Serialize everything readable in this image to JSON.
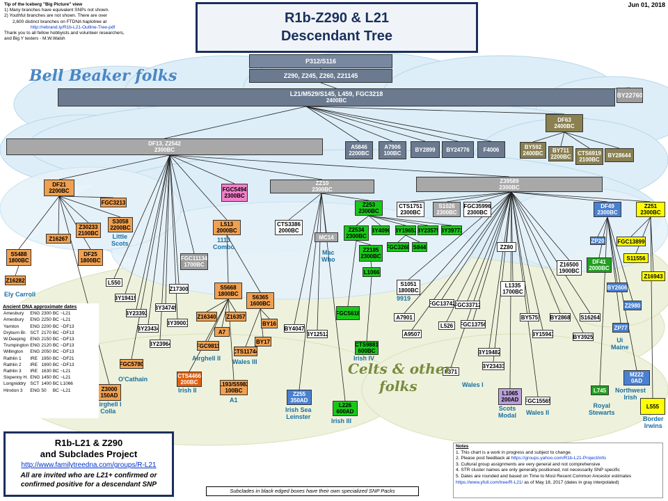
{
  "title": {
    "line1": "R1b-Z290 & L21",
    "line2": "Descendant Tree"
  },
  "date": "Jun 01, 2018",
  "tip": {
    "heading": "Tip of the Iceberg \"Big Picture\" view",
    "l1": "1) Many branches have equivalent SNPs not shown.",
    "l2": "2) Youthful branches are not shown. There are over",
    "l3": "2,600 distinct branches on FTDNA haplotree at",
    "link": "http://rebrand.ly/R1b-L21-Outline-Tree-pdf",
    "l4": "Thank you to all fellow hobbyists and volunteer researchers,",
    "l5": "and Big Y testers - M.W.Walsh"
  },
  "regions": {
    "bell_beaker": "Bell Beaker folks",
    "celts_1": "Celts & other",
    "celts_2": "folks"
  },
  "ancient_dna": {
    "heading": "Ancient DNA approximate dates",
    "rows": [
      [
        "Amesbury",
        "ENG",
        "2300",
        "BC",
        "~L21"
      ],
      [
        "Amesbury",
        "ENG",
        "2250",
        "BC",
        "~L21"
      ],
      [
        "Yarnton",
        "ENG",
        "2200",
        "BC",
        "~DF13"
      ],
      [
        "Dryburn Br.",
        "SCT",
        "2170",
        "BC",
        "~DF13"
      ],
      [
        "W.Deeping",
        "ENG",
        "2150",
        "BC",
        "~DF13"
      ],
      [
        "Trumpington",
        "ENG",
        "2120",
        "BC",
        "~DF13"
      ],
      [
        "Willington",
        "ENG",
        "2050",
        "BC",
        "~DF13"
      ],
      [
        "Rathlin 1",
        "IRE",
        "1950",
        "BC",
        "~DF21"
      ],
      [
        "Rathlin 2",
        "IRE",
        "1900",
        "BC",
        "~DF13"
      ],
      [
        "Rathlin 3",
        "IRE",
        "1630",
        "BC",
        "~L21"
      ],
      [
        "Sixpenny H.",
        "ENG",
        "1450",
        "BC",
        "~L21"
      ],
      [
        "Longniddry",
        "SCT",
        "1400",
        "BC",
        "L1066"
      ],
      [
        "Hinxton 3",
        "ENG",
        "50",
        "BC",
        "~L21"
      ]
    ]
  },
  "project": {
    "line1": "R1b-L21 & Z290",
    "line2": "and Subclades Project",
    "url": "http://www.familytreedna.com/groups/R-L21",
    "inv1": "All are invited who are L21+ confirmed or",
    "inv2": "confirmed positive for a descendant SNP"
  },
  "subclade_note": "Subclades in black edged boxes have their own specialized SNP Packs",
  "notes": {
    "heading": "Notes",
    "n1": "1. This chart is a work in progress and subject to change.",
    "n2a": "2. Please post feedback at ",
    "n2link": "https://groups.yahoo.com/R1b-L21-Project/info",
    "n3": "3. Cultural group assignments are very general and not comprehensive",
    "n4": "4. STR cluster names are only generally positioned, not necessarily SNP specific",
    "n5": "5. Dates are rounded and based on Time to Most Recent Common Ancestor estimates",
    "n6link": "https://www.yfull.com/tree/R-L21/",
    "n6": " as of May 18, 2017 (dates in gray interpolated)"
  },
  "nodes": [
    {
      "id": "p312",
      "label": "P312/S116",
      "date": ""
    },
    {
      "id": "z290",
      "label": "Z290, Z245, Z260, Z21145",
      "date": ""
    },
    {
      "id": "l21",
      "label": "L21/M529/S145, L459, FGC3218",
      "date": "2400BC"
    },
    {
      "id": "by22760",
      "label": "BY22760",
      "date": ""
    },
    {
      "id": "df63",
      "label": "DF63",
      "date": "2400BC"
    },
    {
      "id": "df13",
      "label": "DF13, Z2542",
      "date": "2300BC"
    },
    {
      "id": "a5846",
      "label": "A5846",
      "date": "2200BC"
    },
    {
      "id": "a7906",
      "label": "A7906",
      "date": "100BC"
    },
    {
      "id": "by2899",
      "label": "BY2899",
      "date": ""
    },
    {
      "id": "by24776",
      "label": "BY24776",
      "date": ""
    },
    {
      "id": "f4006",
      "label": "F4006",
      "date": ""
    },
    {
      "id": "by592",
      "label": "BY592",
      "date": "2400BC"
    },
    {
      "id": "by711",
      "label": "BY711",
      "date": "2200BC"
    },
    {
      "id": "cts6919",
      "label": "CTS6919",
      "date": "2100BC"
    },
    {
      "id": "by28644",
      "label": "BY28644",
      "date": ""
    },
    {
      "id": "df21",
      "label": "DF21",
      "date": "2200BC"
    },
    {
      "id": "fgc3213",
      "label": "FGC3213",
      "date": ""
    },
    {
      "id": "s3058",
      "label": "S3058",
      "date": "2200BC"
    },
    {
      "id": "z30233",
      "label": "Z30233",
      "date": "2100BC"
    },
    {
      "id": "z16267",
      "label": "Z16267",
      "date": ""
    },
    {
      "id": "df25",
      "label": "DF25",
      "date": "1800BC"
    },
    {
      "id": "s5488",
      "label": "S5488",
      "date": "1800BC"
    },
    {
      "id": "z16282",
      "label": "Z16282",
      "date": ""
    },
    {
      "id": "fgc5494",
      "label": "FGC5494",
      "date": "2300BC"
    },
    {
      "id": "l513",
      "label": "L513",
      "date": "2000BC"
    },
    {
      "id": "zz10",
      "label": "ZZ10",
      "date": "2300BC"
    },
    {
      "id": "z39589",
      "label": "Z39589",
      "date": "2300BC"
    },
    {
      "id": "cts3386",
      "label": "CTS3386",
      "date": "2000BC"
    },
    {
      "id": "mc14",
      "label": "MC14",
      "date": ""
    },
    {
      "id": "z253",
      "label": "Z253",
      "date": "2300BC"
    },
    {
      "id": "cts1751",
      "label": "CTS1751",
      "date": "2300BC"
    },
    {
      "id": "s1026",
      "label": "S1026",
      "date": "2300BC"
    },
    {
      "id": "fgc35996",
      "label": "FGC35996",
      "date": "2300BC"
    },
    {
      "id": "df49",
      "label": "DF49",
      "date": "2300BC"
    },
    {
      "id": "z251",
      "label": "Z251",
      "date": "2300BC"
    },
    {
      "id": "z2534",
      "label": "Z2534",
      "date": "2300BC"
    },
    {
      "id": "by4096",
      "label": "BY4096",
      "date": ""
    },
    {
      "id": "by19652",
      "label": "BY19652",
      "date": ""
    },
    {
      "id": "by23575",
      "label": "BY23575",
      "date": ""
    },
    {
      "id": "by39773",
      "label": "BY39773",
      "date": ""
    },
    {
      "id": "fgc3268",
      "label": "FGC3268",
      "date": ""
    },
    {
      "id": "s844",
      "label": "S844",
      "date": ""
    },
    {
      "id": "z2185",
      "label": "Z2185",
      "date": "2300BC"
    },
    {
      "id": "l1066",
      "label": "L1066",
      "date": ""
    },
    {
      "id": "zz80",
      "label": "ZZ80",
      "date": ""
    },
    {
      "id": "zp20",
      "label": "ZP20",
      "date": ""
    },
    {
      "id": "fgc13899",
      "label": "FGC13899",
      "date": ""
    },
    {
      "id": "s11556",
      "label": "S11556",
      "date": ""
    },
    {
      "id": "df41",
      "label": "DF41",
      "date": "2000BC"
    },
    {
      "id": "z16500",
      "label": "Z16500",
      "date": "1900BC"
    },
    {
      "id": "fgc11134",
      "label": "FGC11134",
      "date": "1700BC"
    },
    {
      "id": "z16943",
      "label": "Z16943",
      "date": ""
    },
    {
      "id": "s1051",
      "label": "S1051",
      "date": "1800BC"
    },
    {
      "id": "l1335",
      "label": "L1335",
      "date": "1700BC"
    },
    {
      "id": "by2606",
      "label": "BY2606",
      "date": ""
    },
    {
      "id": "s5668",
      "label": "S5668",
      "date": "1800BC"
    },
    {
      "id": "s6365",
      "label": "S6365",
      "date": "1600BC"
    },
    {
      "id": "l550",
      "label": "L550",
      "date": ""
    },
    {
      "id": "z17300",
      "label": "Z17300",
      "date": ""
    },
    {
      "id": "by19419",
      "label": "BY19419",
      "date": ""
    },
    {
      "id": "by34749",
      "label": "BY34749",
      "date": ""
    },
    {
      "id": "by23392",
      "label": "BY23392",
      "date": ""
    },
    {
      "id": "by39001",
      "label": "BY39001",
      "date": ""
    },
    {
      "id": "by23434",
      "label": "BY23434",
      "date": ""
    },
    {
      "id": "by23964",
      "label": "BY23964",
      "date": ""
    },
    {
      "id": "z16340",
      "label": "Z16340",
      "date": ""
    },
    {
      "id": "z16357",
      "label": "Z16357",
      "date": ""
    },
    {
      "id": "by16",
      "label": "BY16",
      "date": ""
    },
    {
      "id": "a7",
      "label": "A7",
      "date": ""
    },
    {
      "id": "by17",
      "label": "BY17",
      "date": ""
    },
    {
      "id": "fgc9811",
      "label": "FGC9811",
      "date": ""
    },
    {
      "id": "cts11744",
      "label": "CTS11744",
      "date": ""
    },
    {
      "id": "cts4466",
      "label": "CTS4466",
      "date": "200BC"
    },
    {
      "id": "l193",
      "label": "L193/S5982",
      "date": "100BC"
    },
    {
      "id": "fgc5780",
      "label": "FGC5780",
      "date": ""
    },
    {
      "id": "z3000",
      "label": "Z3000",
      "date": "150AD"
    },
    {
      "id": "by4047",
      "label": "BY4047",
      "date": ""
    },
    {
      "id": "by12512",
      "label": "BY12512",
      "date": ""
    },
    {
      "id": "fgc5618",
      "label": "FGC5618",
      "date": ""
    },
    {
      "id": "cts9881",
      "label": "CTS9881",
      "date": "600BC"
    },
    {
      "id": "z255",
      "label": "Z255",
      "date": "350AD"
    },
    {
      "id": "l226",
      "label": "L226",
      "date": "600AD"
    },
    {
      "id": "a7901",
      "label": "A7901",
      "date": ""
    },
    {
      "id": "fgc13742",
      "label": "FGC13742",
      "date": ""
    },
    {
      "id": "fgc33712",
      "label": "FGC33712",
      "date": ""
    },
    {
      "id": "l526",
      "label": "L526",
      "date": ""
    },
    {
      "id": "fgc13750",
      "label": "FGC13750",
      "date": ""
    },
    {
      "id": "a9507",
      "label": "A9507",
      "date": ""
    },
    {
      "id": "by575",
      "label": "BY575",
      "date": ""
    },
    {
      "id": "by2868",
      "label": "BY2868",
      "date": ""
    },
    {
      "id": "s16264",
      "label": "S16264",
      "date": ""
    },
    {
      "id": "by15941",
      "label": "BY15941",
      "date": ""
    },
    {
      "id": "by3925",
      "label": "BY3925",
      "date": ""
    },
    {
      "id": "z2980",
      "label": "Z2980",
      "date": ""
    },
    {
      "id": "zp77",
      "label": "ZP77",
      "date": ""
    },
    {
      "id": "by19482",
      "label": "BY19482",
      "date": ""
    },
    {
      "id": "l371",
      "label": "L371",
      "date": ""
    },
    {
      "id": "by23433",
      "label": "BY23433",
      "date": ""
    },
    {
      "id": "l1065",
      "label": "L1065",
      "date": "200AD"
    },
    {
      "id": "fgc15565",
      "label": "FGC15565",
      "date": ""
    },
    {
      "id": "l745",
      "label": "L745",
      "date": ""
    },
    {
      "id": "m222",
      "label": "M222",
      "date": "0AD"
    },
    {
      "id": "l555",
      "label": "L555",
      "date": ""
    }
  ],
  "labels": [
    {
      "id": "elycarroll",
      "text": "Ely Carroll"
    },
    {
      "id": "littlescots",
      "text": "Little\nScots"
    },
    {
      "id": "1113combo",
      "text": "1113\nCombo"
    },
    {
      "id": "macwho",
      "text": "Mac\nWho"
    },
    {
      "id": "ocathain",
      "text": "O'Cathain"
    },
    {
      "id": "airghellii",
      "text": "Airghell II"
    },
    {
      "id": "walesiii",
      "text": "Wales III"
    },
    {
      "id": "irishii",
      "text": "Irish II"
    },
    {
      "id": "a1",
      "text": "A1"
    },
    {
      "id": "airghelli",
      "text": "Airghell I\nColla"
    },
    {
      "id": "irishiv",
      "text": "Irish IV"
    },
    {
      "id": "irishsea",
      "text": "Irish Sea\nLeinster"
    },
    {
      "id": "irishiii",
      "text": "Irish III"
    },
    {
      "id": "9919",
      "text": "9919"
    },
    {
      "id": "walesi",
      "text": "Wales I"
    },
    {
      "id": "scotsmodal",
      "text": "Scots\nModal"
    },
    {
      "id": "walesii",
      "text": "Wales II"
    },
    {
      "id": "uimaine",
      "text": "Ui\nMaine"
    },
    {
      "id": "royalstewarts",
      "text": "Royal\nStewarts"
    },
    {
      "id": "nwirish",
      "text": "Northwest\nIrish"
    },
    {
      "id": "borderirwins",
      "text": "Border\nIrwins"
    }
  ],
  "edges": [
    [
      "p312",
      "z290"
    ],
    [
      "z290",
      "l21"
    ],
    [
      "l21",
      "by22760"
    ],
    [
      "l21",
      "df63"
    ],
    [
      "l21",
      "df13"
    ],
    [
      "l21",
      "a5846"
    ],
    [
      "l21",
      "a7906"
    ],
    [
      "l21",
      "by2899"
    ],
    [
      "l21",
      "by24776"
    ],
    [
      "l21",
      "f4006"
    ],
    [
      "df63",
      "by592"
    ],
    [
      "df63",
      "by711"
    ],
    [
      "df63",
      "cts6919"
    ],
    [
      "df63",
      "by28644"
    ],
    [
      "df13",
      "df21"
    ],
    [
      "df13",
      "fgc5494"
    ],
    [
      "df13",
      "l513"
    ],
    [
      "df13",
      "zz10"
    ],
    [
      "df13",
      "z39589"
    ],
    [
      "df13",
      "l550"
    ],
    [
      "df13",
      "z17300"
    ],
    [
      "df13",
      "by19419"
    ],
    [
      "df13",
      "by34749"
    ],
    [
      "df13",
      "by23392"
    ],
    [
      "df13",
      "by39001"
    ],
    [
      "df13",
      "by23434"
    ],
    [
      "df13",
      "by23964"
    ],
    [
      "df13",
      "fgc11134"
    ],
    [
      "df13",
      "fgc5780"
    ],
    [
      "df21",
      "fgc3213"
    ],
    [
      "df21",
      "s3058"
    ],
    [
      "df21",
      "z30233"
    ],
    [
      "df21",
      "z16267"
    ],
    [
      "df21",
      "df25"
    ],
    [
      "df21",
      "s5488"
    ],
    [
      "df21",
      "z3000"
    ],
    [
      "s5488",
      "z16282"
    ],
    [
      "l513",
      "s5668"
    ],
    [
      "l513",
      "s6365"
    ],
    [
      "s5668",
      "z16340"
    ],
    [
      "s5668",
      "z16357"
    ],
    [
      "s5668",
      "a7"
    ],
    [
      "s5668",
      "fgc9811"
    ],
    [
      "s5668",
      "cts4466"
    ],
    [
      "s5668",
      "l193"
    ],
    [
      "s6365",
      "by16"
    ],
    [
      "s6365",
      "by17"
    ],
    [
      "s6365",
      "cts11744"
    ],
    [
      "zz10",
      "cts3386"
    ],
    [
      "zz10",
      "mc14"
    ],
    [
      "zz10",
      "z253"
    ],
    [
      "zz10",
      "by4047"
    ],
    [
      "zz10",
      "by12512"
    ],
    [
      "zz10",
      "z255"
    ],
    [
      "zz10",
      "l226"
    ],
    [
      "z253",
      "z2534"
    ],
    [
      "z253",
      "by4096"
    ],
    [
      "z253",
      "by19652"
    ],
    [
      "z253",
      "by23575"
    ],
    [
      "z253",
      "by39773"
    ],
    [
      "z2534",
      "z2185"
    ],
    [
      "z2534",
      "fgc5618"
    ],
    [
      "z2185",
      "l1066"
    ],
    [
      "l1066",
      "cts9881"
    ],
    [
      "by19652",
      "fgc3268"
    ],
    [
      "by19652",
      "s844"
    ],
    [
      "z39589",
      "cts1751"
    ],
    [
      "z39589",
      "s1026"
    ],
    [
      "z39589",
      "fgc35996"
    ],
    [
      "z39589",
      "df49"
    ],
    [
      "z39589",
      "z251"
    ],
    [
      "z39589",
      "zz80"
    ],
    [
      "z39589",
      "s1051"
    ],
    [
      "z39589",
      "l1335"
    ],
    [
      "z39589",
      "a7901"
    ],
    [
      "z39589",
      "fgc13742"
    ],
    [
      "z39589",
      "fgc33712"
    ],
    [
      "z39589",
      "l526"
    ],
    [
      "z39589",
      "fgc13750"
    ],
    [
      "z39589",
      "a9507"
    ],
    [
      "z39589",
      "by575"
    ],
    [
      "z39589",
      "by2868"
    ],
    [
      "z39589",
      "s16264"
    ],
    [
      "z39589",
      "by15941"
    ],
    [
      "z39589",
      "by3925"
    ],
    [
      "z39589",
      "z16500"
    ],
    [
      "z39589",
      "by19482"
    ],
    [
      "z39589",
      "l371"
    ],
    [
      "z39589",
      "by23433"
    ],
    [
      "z39589",
      "l1065"
    ],
    [
      "z39589",
      "fgc15565"
    ],
    [
      "df49",
      "zp20"
    ],
    [
      "df49",
      "df41"
    ],
    [
      "df49",
      "by2606"
    ],
    [
      "df49",
      "z2980"
    ],
    [
      "df49",
      "zp77"
    ],
    [
      "df49",
      "l745"
    ],
    [
      "df49",
      "m222"
    ],
    [
      "z251",
      "fgc13899"
    ],
    [
      "z251",
      "s11556"
    ],
    [
      "z251",
      "z16943"
    ],
    [
      "z251",
      "l555"
    ]
  ]
}
